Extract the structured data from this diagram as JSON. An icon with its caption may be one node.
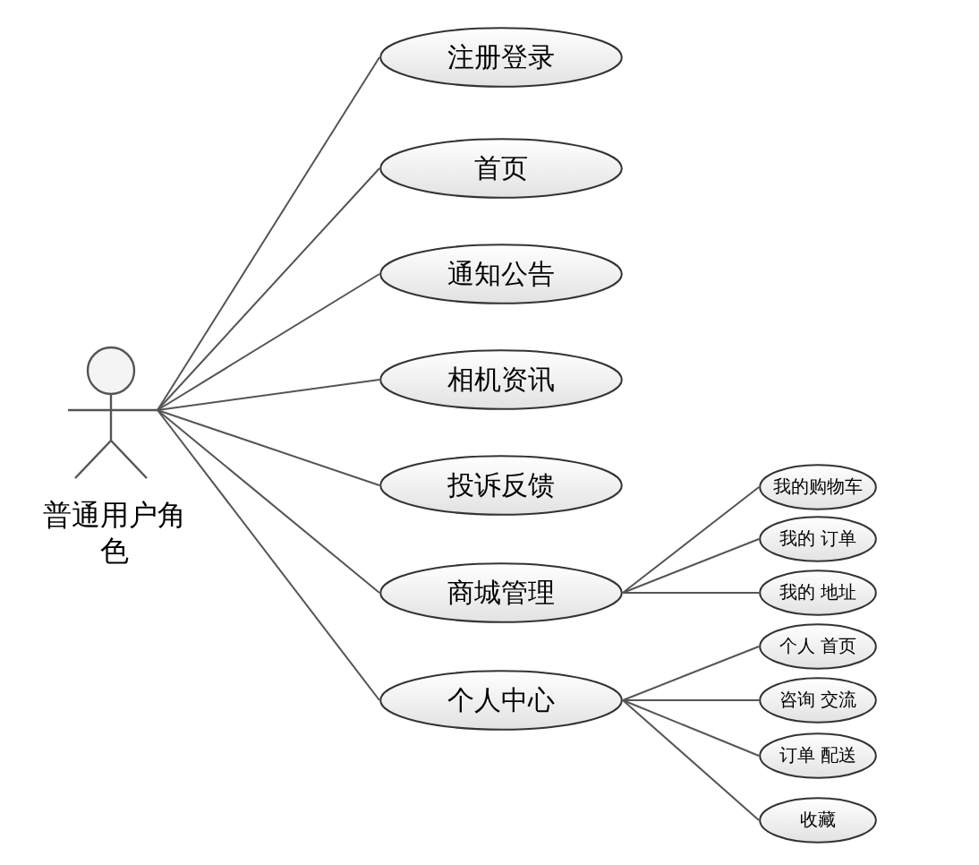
{
  "diagram": {
    "nodes": [
      {
        "text": [
          "普通用户角色"
        ]
      },
      {
        "text": [
          "注册登录"
        ]
      },
      {
        "text": [
          "首页"
        ]
      },
      {
        "text": [
          "通知公告"
        ]
      },
      {
        "text": [
          "相机资讯"
        ]
      },
      {
        "text": [
          "投诉反馈"
        ]
      },
      {
        "text": [
          "商城管理"
        ]
      },
      {
        "text": [
          "个人中心"
        ]
      },
      {
        "text": [
          "我的购物车"
        ]
      },
      {
        "text": [
          "我的 订单"
        ]
      },
      {
        "text": [
          "我的 地址"
        ]
      },
      {
        "text": [
          "个人 首页"
        ]
      },
      {
        "text": [
          "咨询 交流"
        ]
      },
      {
        "text": [
          "订单 配送"
        ]
      },
      {
        "text": [
          "收藏"
        ]
      }
    ],
    "edges": [
      {
        "from": 0,
        "to": 1,
        "arrow": "none"
      },
      {
        "from": 0,
        "to": 2,
        "arrow": "none"
      },
      {
        "from": 0,
        "to": 3,
        "arrow": "none"
      },
      {
        "from": 0,
        "to": 4,
        "arrow": "none"
      },
      {
        "from": 0,
        "to": 5,
        "arrow": "none"
      },
      {
        "from": 0,
        "to": 6,
        "arrow": "none"
      },
      {
        "from": 0,
        "to": 7,
        "arrow": "none"
      },
      {
        "from": 6,
        "to": 8,
        "arrow": "none"
      },
      {
        "from": 6,
        "to": 9,
        "arrow": "none"
      },
      {
        "from": 6,
        "to": 10,
        "arrow": "none"
      },
      {
        "from": 7,
        "to": 11,
        "arrow": "none"
      },
      {
        "from": 7,
        "to": 12,
        "arrow": "none"
      },
      {
        "from": 7,
        "to": 13,
        "arrow": "none"
      },
      {
        "from": 7,
        "to": 14,
        "arrow": "none"
      }
    ]
  }
}
